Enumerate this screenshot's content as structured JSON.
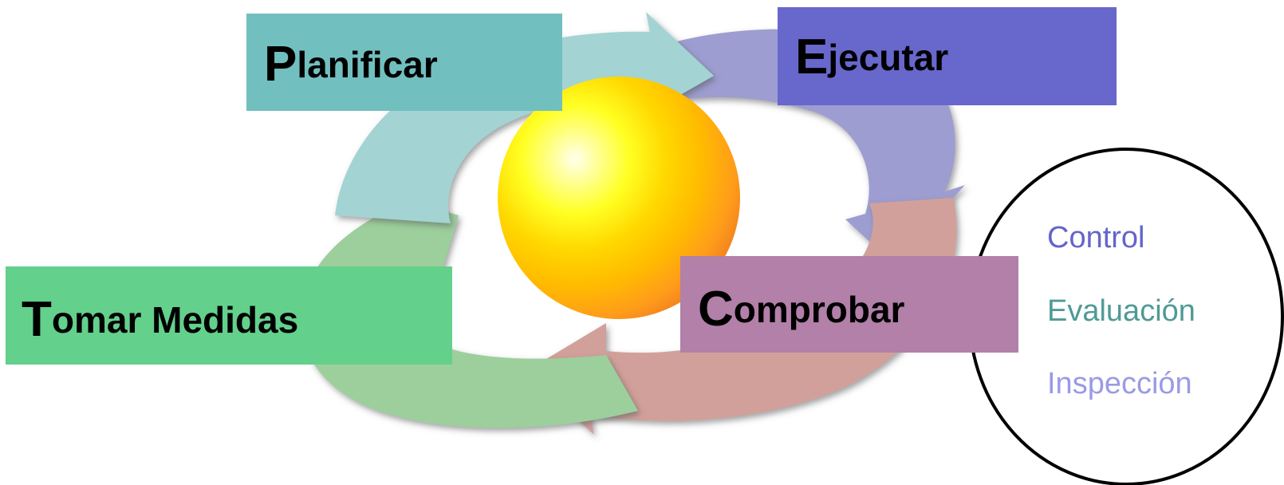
{
  "colors": {
    "plan_box": "#72bfc0",
    "do_box": "#6767cc",
    "act_box": "#63d08c",
    "check_box": "#b280a8",
    "plan_arrow": "#a3d3d3",
    "do_arrow": "#9d9dd1",
    "act_arrow": "#9ccf9c",
    "check_arrow": "#d2a09a",
    "sub_control": "#6464cc",
    "sub_evaluacion": "#4f9a96",
    "sub_inspeccion": "#9a9ae6"
  },
  "phases": {
    "plan": {
      "initial": "P",
      "rest": "lanificar"
    },
    "do": {
      "initial": "E",
      "rest": "jecutar"
    },
    "act": {
      "initial": "T",
      "rest": "omar Medidas"
    },
    "check": {
      "initial": "C",
      "rest": "omprobar"
    }
  },
  "check_details": [
    "Control",
    "Evaluación",
    "Inspección"
  ]
}
